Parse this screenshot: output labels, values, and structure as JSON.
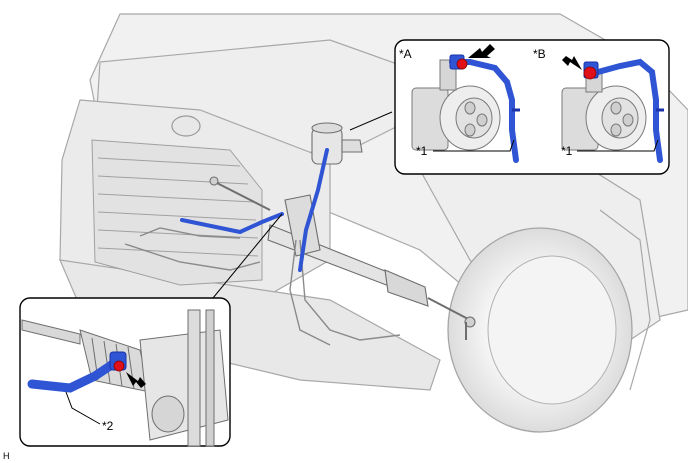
{
  "diagram": {
    "labels": {
      "callout_a": "*A",
      "callout_b": "*B",
      "pump_pipe_a": "*1",
      "pump_pipe_b": "*1",
      "gearbox_hose": "*2",
      "corner_mark": "H"
    },
    "colors": {
      "hose_blue": "#2f55d4",
      "hose_blue_dark": "#1a33a8",
      "clamp_red": "#e0101a",
      "arrow_black": "#000000",
      "vehicle_line": "#9a9a9a"
    },
    "icons": [
      "pointer-arrow-icon",
      "pointer-arrow-icon",
      "pointer-arrow-icon"
    ]
  }
}
